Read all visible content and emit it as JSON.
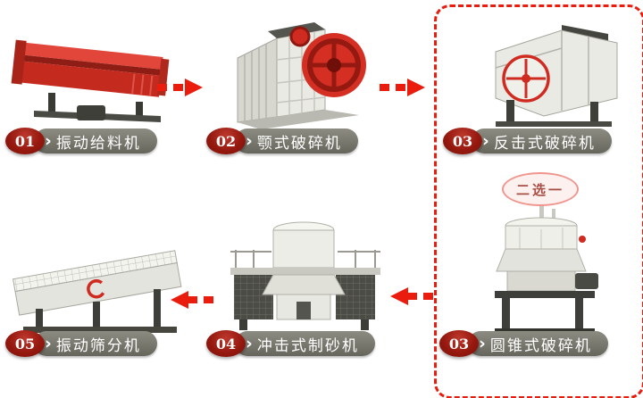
{
  "steps": [
    {
      "num": "01",
      "label": "振动给料机"
    },
    {
      "num": "02",
      "label": "颚式破碎机"
    },
    {
      "num": "03",
      "label": "反击式破碎机"
    },
    {
      "num": "03",
      "label": "圆锥式破碎机"
    },
    {
      "num": "04",
      "label": "冲击式制砂机"
    },
    {
      "num": "05",
      "label": "振动筛分机"
    }
  ],
  "choice": {
    "label": "二选一"
  },
  "icons": {
    "chevron": "›"
  },
  "colors": {
    "arrow": "#ea1c0d",
    "badge": "#96190f",
    "label_pill": "#73736a",
    "feeder_red": "#c52a1f",
    "flywheel_red": "#d52f23",
    "choice_border": "#f0968e",
    "choice_background": "#fdf1ef",
    "choice_text": "#a84f46",
    "selection_box_border": "#ea1c0d",
    "background": "#ffffff"
  }
}
